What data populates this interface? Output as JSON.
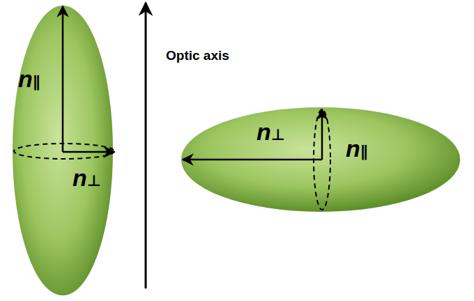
{
  "diagram": {
    "labels": [
      "n∥",
      "n⊥",
      "Optic axis",
      "n⊥",
      "n∥"
    ]
  }
}
